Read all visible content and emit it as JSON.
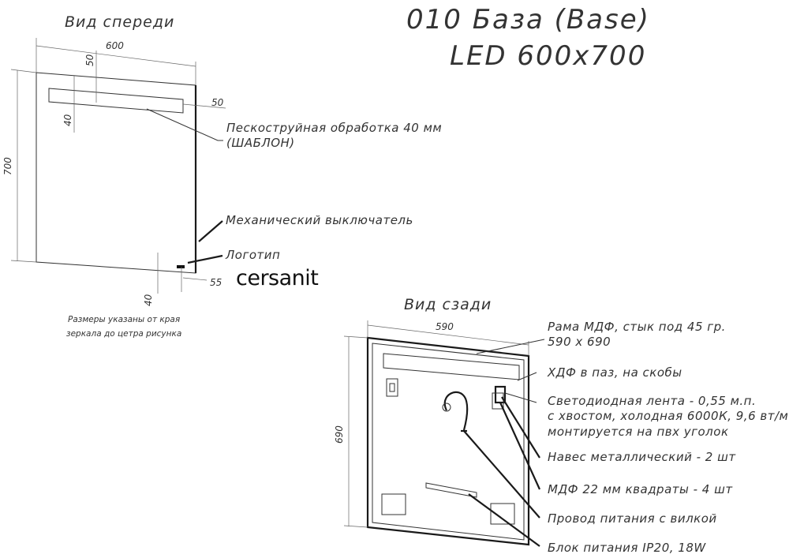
{
  "title": {
    "line1": "010 База (Base)",
    "line2": "LED 600x700"
  },
  "front_view": {
    "heading": "Вид спереди",
    "dims": {
      "width": "600",
      "height": "700",
      "top_offset": "50",
      "side_offset": "50",
      "band": "40",
      "logo_bottom": "40",
      "logo_side": "55"
    },
    "labels": {
      "sandblast_1": "Пескоструйная обработка 40 мм",
      "sandblast_2": "(ШАБЛОН)",
      "switch": "Механический выключатель",
      "logo": "Логотип"
    },
    "brand": "cersanit",
    "note_1": "Размеры указаны от края",
    "note_2": "зеркала до цетра рисунка"
  },
  "back_view": {
    "heading": "Вид сзади",
    "dims": {
      "width": "590",
      "height": "690"
    },
    "labels": {
      "frame_1": "Рама МДФ, стык под 45 гр.",
      "frame_2": "590 x 690",
      "hdf": "ХДФ в паз, на скобы",
      "led_1": "Светодиодная лента - 0,55 м.п.",
      "led_2": "с хвостом, холодная 6000К, 9,6 вт/м",
      "led_3": "монтируется на пвх уголок",
      "hanger": "Навес металлический - 2 шт",
      "mdf": "МДФ 22 мм квадраты - 4 шт",
      "cord": "Провод питания с вилкой",
      "psu": "Блок питания IP20, 18W"
    }
  }
}
